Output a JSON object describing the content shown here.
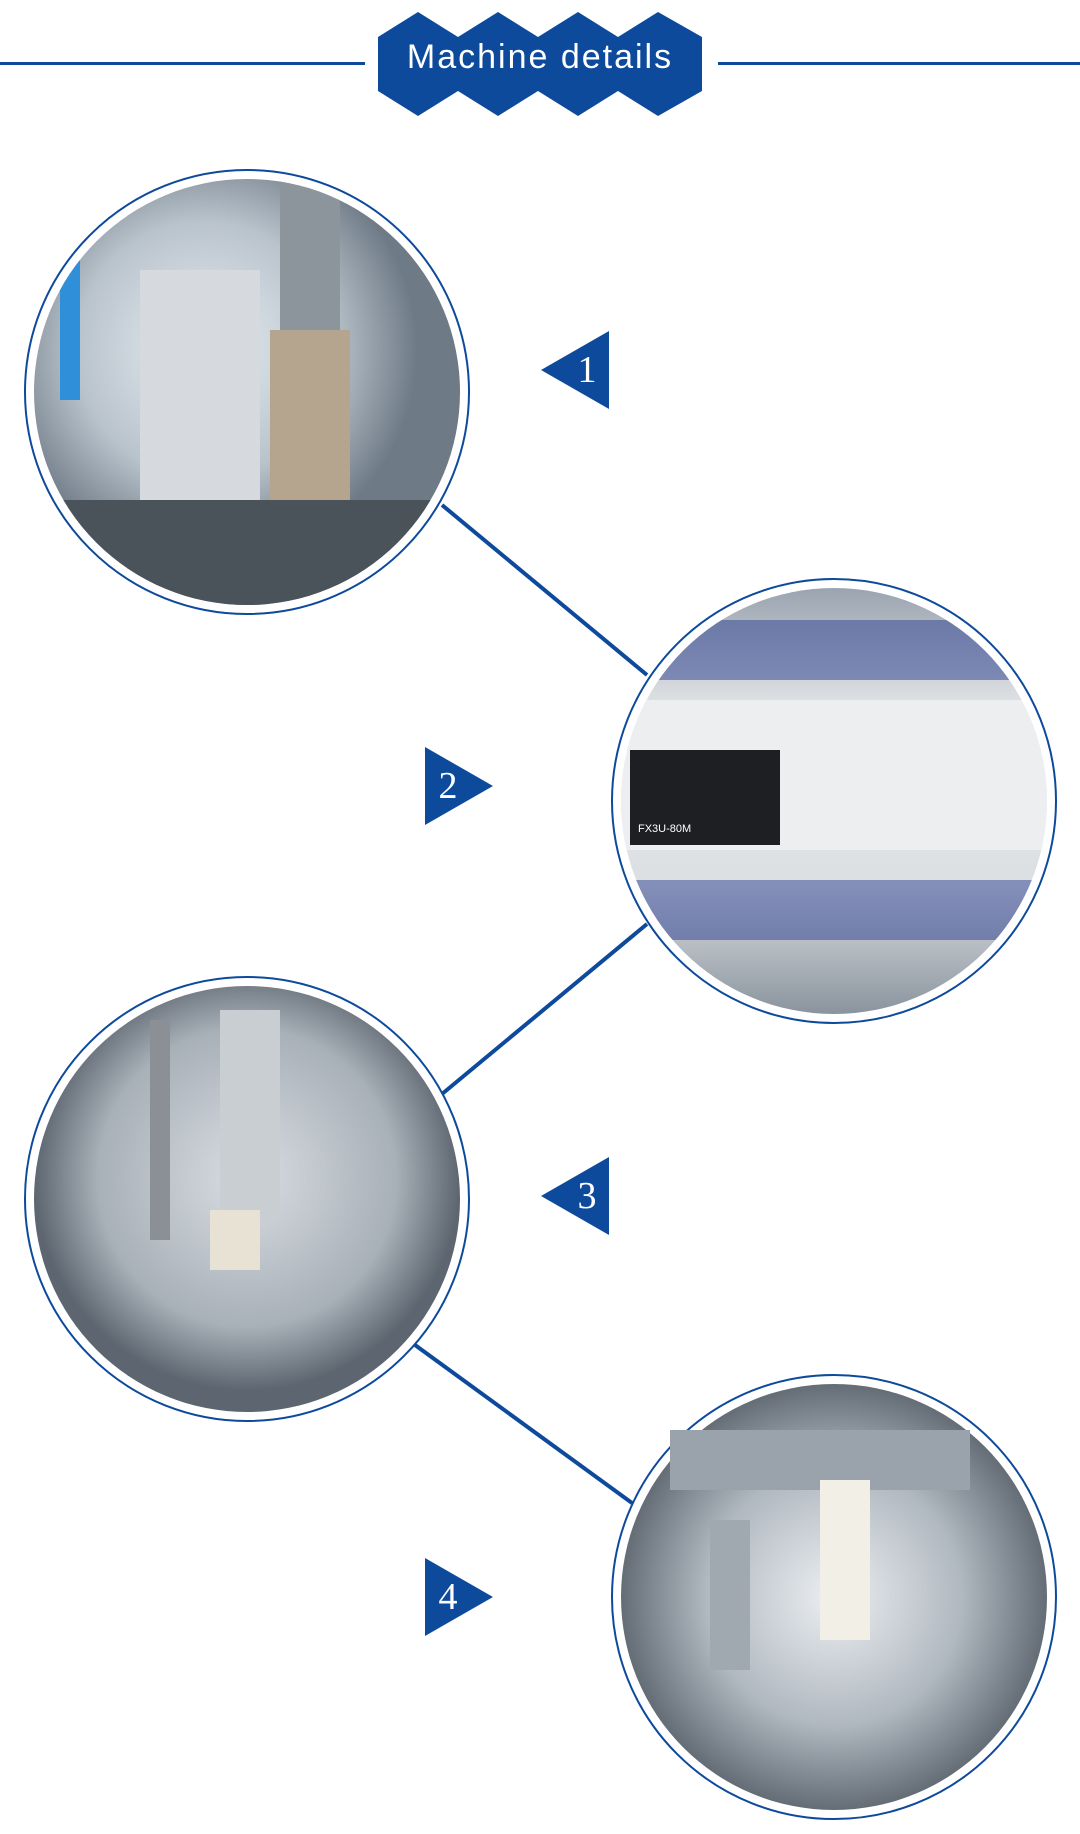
{
  "header": {
    "title": "Machine details"
  },
  "colors": {
    "brand": "#0d4a9c"
  },
  "details": [
    {
      "number": "1",
      "photo": "pneumatic-cylinder-photo"
    },
    {
      "number": "2",
      "photo": "plc-controller-photo",
      "photo_label": "FX3U-80M"
    },
    {
      "number": "3",
      "photo": "linear-module-photo"
    },
    {
      "number": "4",
      "photo": "welding-head-photo"
    }
  ]
}
